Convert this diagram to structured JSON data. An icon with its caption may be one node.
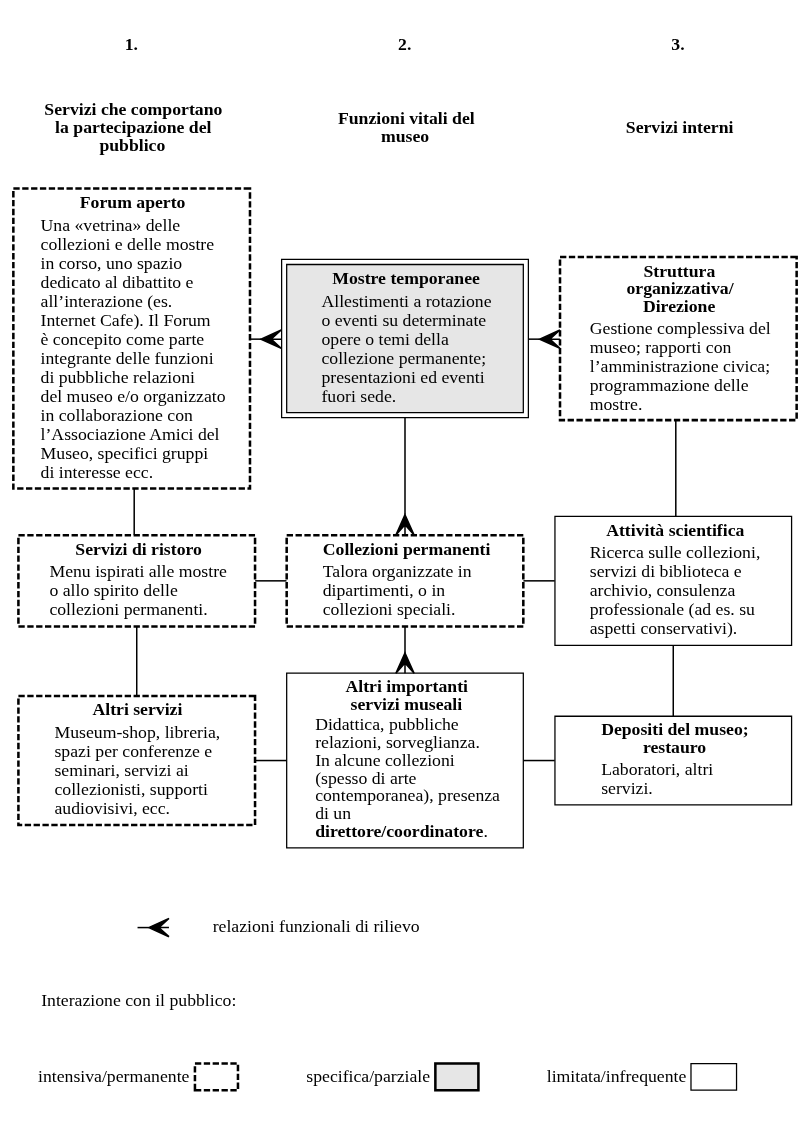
{
  "diagram": {
    "nodes": [
      {
        "text": [
          "Forum aperto",
          "Una «vetrina» delle collezioni e delle mostre in corso, uno spazio dedicato al dibattito e all’interazione (es. Internet Cafe). Il Forum è concepito come parte integrante delle funzioni di pubbliche relazioni del museo e/o organizzato in collaborazione con l’Associazione Amici del Museo, specifici gruppi di interesse ecc."
        ]
      },
      {
        "text": [
          "Mostre temporanee",
          "Allestimenti a rotazione o eventi su determinate opere o temi della collezione permanente; presentazioni ed eventi fuori sede."
        ]
      },
      {
        "text": [
          "Struttura organizzativa/ Direzione",
          "Gestione complessiva del museo; rapporti con l’amministrazione civica; programmazione delle mostre."
        ]
      },
      {
        "text": [
          "Servizi di ristoro",
          "Menu ispirati alle mostre o allo spirito delle collezioni permanenti."
        ]
      },
      {
        "text": [
          "Collezioni permanenti",
          "Talora organizzate in dipartimenti, o in collezioni speciali."
        ]
      },
      {
        "text": [
          "Attività scientifica",
          "Ricerca sulle collezioni, servizi di biblioteca e archivio, consulenza professionale (ad es. su aspetti conservativi)."
        ]
      },
      {
        "text": [
          "Altri servizi",
          "Museum-shop, libreria, spazi per conferenze e seminari, servizi ai collezionisti, supporti audiovisivi, ecc."
        ]
      },
      {
        "text": [
          "Altri importanti servizi museali",
          "Didattica, pubbliche relazioni, sorveglianza. In alcune collezioni (spesso di arte contemporanea), presenza di un **direttore/coordinatore**."
        ]
      },
      {
        "text": [
          "Depositi del museo; restauro",
          "Laboratori, altri servizi."
        ]
      }
    ],
    "edges": [
      {
        "from": 0,
        "to": 1,
        "arrow": "other"
      },
      {
        "from": 1,
        "to": 2,
        "arrow": "other"
      },
      {
        "from": 0,
        "to": 3,
        "arrow": "none"
      },
      {
        "from": 2,
        "to": 5,
        "arrow": "none"
      },
      {
        "from": 1,
        "to": 4,
        "arrow": "other"
      },
      {
        "from": 3,
        "to": 4,
        "arrow": "none"
      },
      {
        "from": 4,
        "to": 5,
        "arrow": "none"
      },
      {
        "from": 3,
        "to": 6,
        "arrow": "none"
      },
      {
        "from": 4,
        "to": 7,
        "arrow": "other"
      },
      {
        "from": 5,
        "to": 8,
        "arrow": "none"
      },
      {
        "from": 6,
        "to": 7,
        "arrow": "none"
      },
      {
        "from": 7,
        "to": 8,
        "arrow": "none"
      }
    ],
    "labels": [
      "1.",
      "2.",
      "3.",
      "Servizi che comportano la partecipazione del pubblico",
      "Funzioni vitali del museo",
      "Servizi interni",
      "Interazione con il pubblico:"
    ],
    "legend": [
      {
        "text": "relazioni funzionali di rilievo"
      },
      {
        "text": "intensiva/permanente"
      },
      {
        "text": "specifica/parziale",
        "color": "#e6e6e6"
      },
      {
        "text": "limitata/infrequente"
      }
    ]
  }
}
